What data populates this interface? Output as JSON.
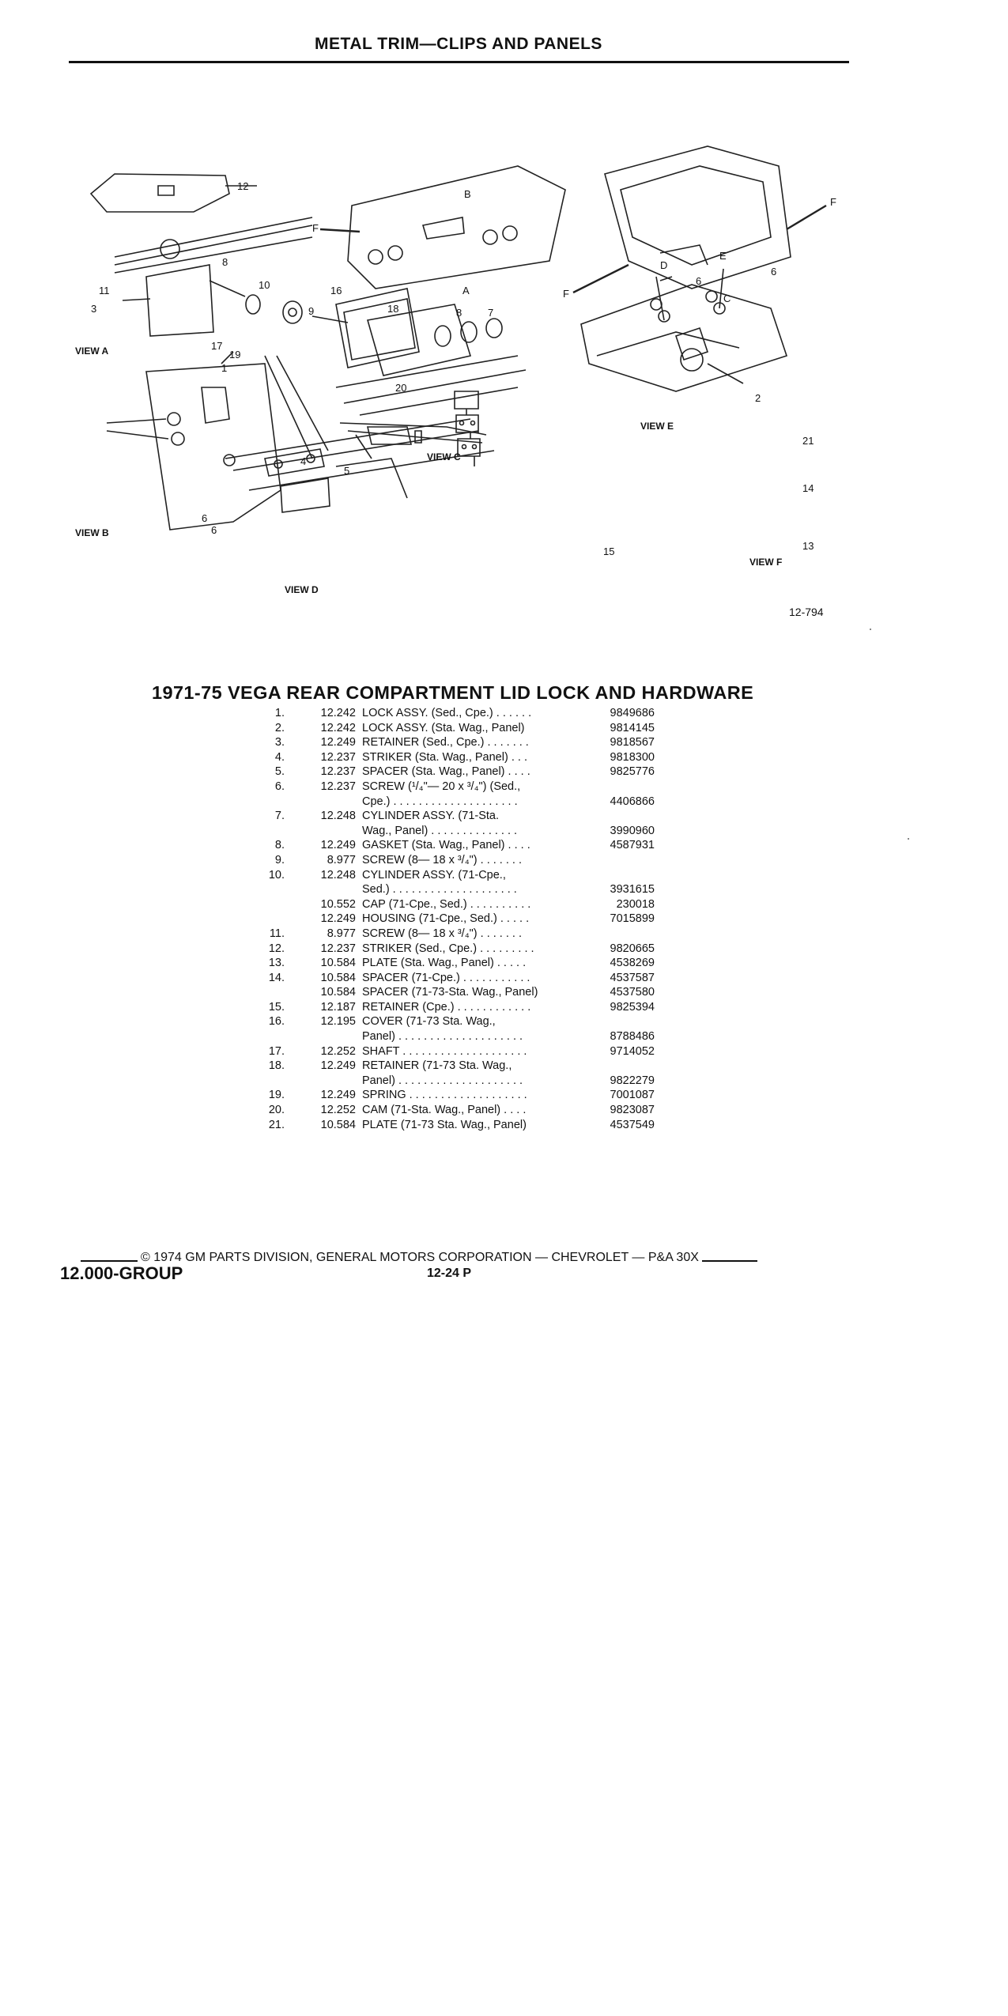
{
  "header": {
    "title": "METAL TRIM—CLIPS AND PANELS"
  },
  "figure": {
    "reference": "12-794",
    "views": [
      "VIEW A",
      "VIEW B",
      "VIEW C",
      "VIEW D",
      "VIEW E",
      "VIEW F"
    ],
    "letters": [
      "A",
      "B",
      "C",
      "D",
      "E",
      "F"
    ],
    "callouts": [
      "1",
      "2",
      "3",
      "4",
      "5",
      "6",
      "7",
      "8",
      "9",
      "10",
      "11",
      "12",
      "13",
      "14",
      "15",
      "16",
      "17",
      "18",
      "19",
      "20",
      "21"
    ]
  },
  "section": {
    "title": "1971-75 VEGA REAR COMPARTMENT LID LOCK AND HARDWARE"
  },
  "parts": [
    {
      "num": "1.",
      "group": "12.242",
      "desc": "LOCK ASSY. (Sed., Cpe.) . . . . . .",
      "part": "9849686"
    },
    {
      "num": "2.",
      "group": "12.242",
      "desc": "LOCK ASSY. (Sta. Wag., Panel)",
      "part": "9814145"
    },
    {
      "num": "3.",
      "group": "12.249",
      "desc": "RETAINER (Sed., Cpe.) . . . . . . .",
      "part": "9818567"
    },
    {
      "num": "4.",
      "group": "12.237",
      "desc": "STRIKER (Sta. Wag., Panel) . . .",
      "part": "9818300"
    },
    {
      "num": "5.",
      "group": "12.237",
      "desc": "SPACER (Sta. Wag., Panel) . . . .",
      "part": "9825776"
    },
    {
      "num": "6.",
      "group": "12.237",
      "desc": "SCREW (¹/₄\"— 20 x ³/₄\") (Sed.,",
      "part": ""
    },
    {
      "num": "",
      "group": "",
      "desc": "Cpe.) . . . . . . . . . . . . . . . . . . . .",
      "part": "4406866"
    },
    {
      "num": "7.",
      "group": "12.248",
      "desc": "CYLINDER ASSY. (71-Sta.",
      "part": ""
    },
    {
      "num": "",
      "group": "",
      "desc": "Wag., Panel) . . . . . . . . . . . . . .",
      "part": "3990960"
    },
    {
      "num": "8.",
      "group": "12.249",
      "desc": "GASKET (Sta. Wag., Panel) . . . .",
      "part": "4587931"
    },
    {
      "num": "9.",
      "group": "8.977",
      "desc": "SCREW (8— 18 x ³/₄\") . . . . . . .",
      "part": ""
    },
    {
      "num": "10.",
      "group": "12.248",
      "desc": "CYLINDER ASSY. (71-Cpe.,",
      "part": ""
    },
    {
      "num": "",
      "group": "",
      "desc": "Sed.) . . . . . . . . . . . . . . . . . . . .",
      "part": "3931615"
    },
    {
      "num": "",
      "group": "10.552",
      "desc": "CAP (71-Cpe., Sed.) . . . . . . . . . .",
      "part": "230018"
    },
    {
      "num": "",
      "group": "12.249",
      "desc": "HOUSING (71-Cpe., Sed.) . . . . .",
      "part": "7015899"
    },
    {
      "num": "11.",
      "group": "8.977",
      "desc": "SCREW (8— 18 x ³/₄\") . . . . . . .",
      "part": ""
    },
    {
      "num": "12.",
      "group": "12.237",
      "desc": "STRIKER (Sed., Cpe.) . . . . . . . . .",
      "part": "9820665"
    },
    {
      "num": "13.",
      "group": "10.584",
      "desc": "PLATE (Sta. Wag., Panel) . . . . .",
      "part": "4538269"
    },
    {
      "num": "14.",
      "group": "10.584",
      "desc": "SPACER (71-Cpe.) . . . . . . . . . . .",
      "part": "4537587"
    },
    {
      "num": "",
      "group": "10.584",
      "desc": "SPACER (71-73-Sta. Wag., Panel)",
      "part": "4537580"
    },
    {
      "num": "15.",
      "group": "12.187",
      "desc": "RETAINER (Cpe.) . . . . . . . . . . . .",
      "part": "9825394"
    },
    {
      "num": "16.",
      "group": "12.195",
      "desc": "COVER (71-73 Sta. Wag.,",
      "part": ""
    },
    {
      "num": "",
      "group": "",
      "desc": "Panel) . . . . . . . . . . . . . . . . . . . .",
      "part": "8788486"
    },
    {
      "num": "17.",
      "group": "12.252",
      "desc": "SHAFT . . . . . . . . . . . . . . . . . . . .",
      "part": "9714052"
    },
    {
      "num": "18.",
      "group": "12.249",
      "desc": "RETAINER (71-73 Sta. Wag.,",
      "part": ""
    },
    {
      "num": "",
      "group": "",
      "desc": "Panel) . . . . . . . . . . . . . . . . . . . .",
      "part": "9822279"
    },
    {
      "num": "19.",
      "group": "12.249",
      "desc": "SPRING . . . . . . . . . . . . . . . . . . .",
      "part": "7001087"
    },
    {
      "num": "20.",
      "group": "12.252",
      "desc": "CAM (71-Sta. Wag., Panel) . . . .",
      "part": "9823087"
    },
    {
      "num": "21.",
      "group": "10.584",
      "desc": "PLATE (71-73 Sta. Wag., Panel)",
      "part": "4537549"
    }
  ],
  "footer": {
    "copyright": "© 1974 GM PARTS DIVISION, GENERAL MOTORS CORPORATION — CHEVROLET — P&A 30X",
    "group": "12.000-GROUP",
    "page": "12-24  P"
  }
}
